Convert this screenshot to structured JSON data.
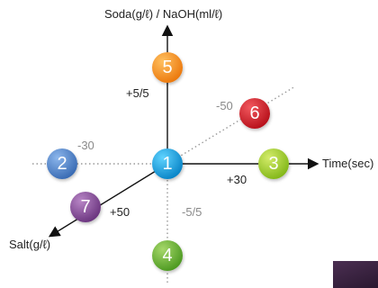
{
  "labels": {
    "y_axis": "Soda(g/ℓ) / NaOH(ml/ℓ)",
    "x_axis": "Time(sec)",
    "z_axis": "Salt(g/ℓ)",
    "up": "+5/5",
    "right": "+30",
    "left": "-30",
    "diag_up": "-50",
    "down": "-5/5",
    "diag_down": "+50"
  },
  "points": [
    {
      "num": "1",
      "color_light": "#5fd3ff",
      "color_dark": "#0a86c8"
    },
    {
      "num": "2",
      "color_light": "#8cb6ec",
      "color_dark": "#3a6cb4"
    },
    {
      "num": "3",
      "color_light": "#d4ec6a",
      "color_dark": "#84b81a"
    },
    {
      "num": "4",
      "color_light": "#a6d86a",
      "color_dark": "#4e9a22"
    },
    {
      "num": "5",
      "color_light": "#ffc060",
      "color_dark": "#ec7a0e"
    },
    {
      "num": "6",
      "color_light": "#f2585e",
      "color_dark": "#b8121c"
    },
    {
      "num": "7",
      "color_light": "#b886c6",
      "color_dark": "#6c3680"
    }
  ]
}
